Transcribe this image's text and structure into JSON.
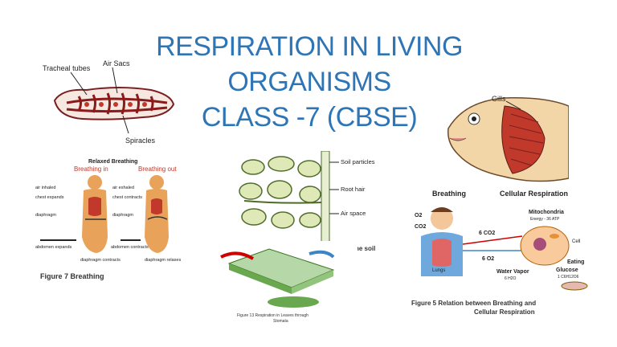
{
  "title": {
    "line1": "RESPIRATION IN LIVING",
    "line2": "ORGANISMS",
    "line3": "CLASS -7 (CBSE)"
  },
  "insect": {
    "tracheal_tubes": "Tracheal tubes",
    "air_sacs": "Air Sacs",
    "spiracles": "Spiracles"
  },
  "fish": {
    "gills": "Gills"
  },
  "breathing_fig": {
    "heading": "Relaxed Breathing",
    "breathing_in": "Breathing in",
    "breathing_out": "Breathing out",
    "air_inhaled": "air inhaled",
    "chest_expands": "chest expands",
    "diaphragm_l": "diaphragm",
    "abdomen_expands": "abdomen expands",
    "air_exhaled": "air exhaled",
    "chest_contracts": "chest contracts",
    "diaphragm_r": "diaphragm",
    "abdomen_contracts": "abdomen contracts",
    "diaphragm_contracts": "diaphragm contracts",
    "diaphragm_relaxes": "diaphragm relaxes",
    "caption": "Figure 7 Breathing"
  },
  "soil_fig": {
    "soil_particles": "Soil particles",
    "root_hair": "Root hair",
    "air_space": "Air space",
    "from_soil": "m the soil"
  },
  "leaf_fig": {
    "caption_line1": "Figure 13 Respiration in Leaves through",
    "caption_line2": "Stomata"
  },
  "cell_fig": {
    "breathing": "Breathing",
    "cellular_respiration": "Cellular Respiration",
    "o2": "O2",
    "co2": "CO2",
    "lungs": "Lungs",
    "six_co2": "6 CO2",
    "six_o2": "6 O2",
    "mitochondria": "Mitochondria",
    "energy": "Energy - 36 ATP",
    "cell": "Cell",
    "eating": "Eating",
    "water_vapor": "Water Vapor",
    "water_formula": "6 H2O",
    "glucose": "Glucose",
    "glucose_formula": "1 C6H12O6",
    "caption_line1": "Figure 5 Relation between Breathing and",
    "caption_line2": "Cellular Respiration"
  },
  "colors": {
    "title": "#2e75b6",
    "body_skin": "#e8a25a",
    "lung": "#c0392b",
    "leaf": "#6aa84f"
  }
}
